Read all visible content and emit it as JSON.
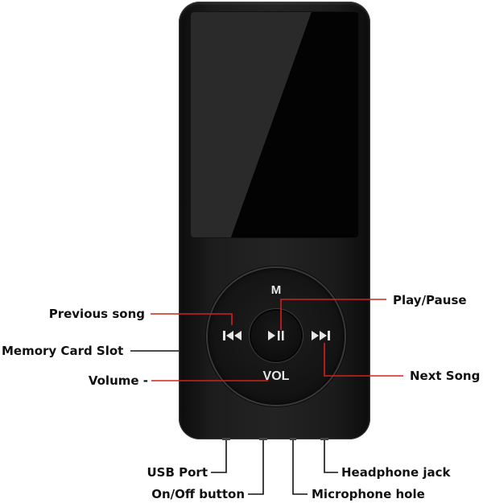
{
  "device": {
    "wheel": {
      "menu_label": "M",
      "volume_label": "VOL"
    }
  },
  "labels": {
    "previous_song": "Previous song",
    "memory_card_slot": "Memory Card Slot",
    "volume_minus": "Volume -",
    "play_pause": "Play/Pause",
    "next_song": "Next Song",
    "usb_port": "USB Port",
    "on_off_button": "On/Off button",
    "microphone_hole": "Microphone hole",
    "headphone_jack": "Headphone jack"
  },
  "icons": {
    "previous": "previous-track-icon",
    "next": "next-track-icon",
    "play_pause": "play-pause-icon"
  },
  "colors": {
    "callout_red": "#d42020",
    "callout_black": "#111111",
    "device_body": "#1f1f1f",
    "label_on_device": "#e6e6e6"
  }
}
